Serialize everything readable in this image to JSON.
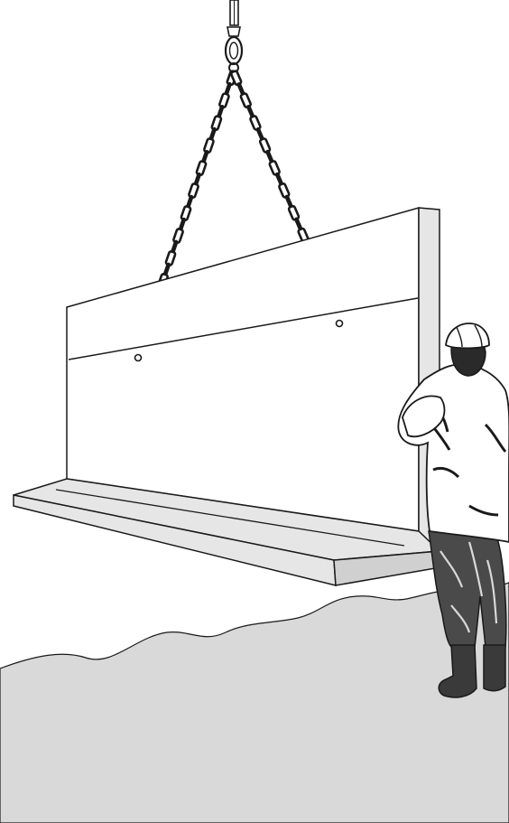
{
  "illustration": {
    "colors": {
      "background": "#ffffff",
      "ground": "#d9d9da",
      "element": "#e6e6e6",
      "chain": "#1a1a1a",
      "outline": "#1a1a1a",
      "worker_shirt": "#ffffff",
      "worker_pants": "#4a4a4a",
      "worker_boots": "#3a3a3a",
      "helmet": "#ffffff"
    },
    "subjects": [
      "crane-hook",
      "lifting-chains",
      "precast-concrete-l-wall",
      "worker-with-hard-hat",
      "ground"
    ]
  }
}
